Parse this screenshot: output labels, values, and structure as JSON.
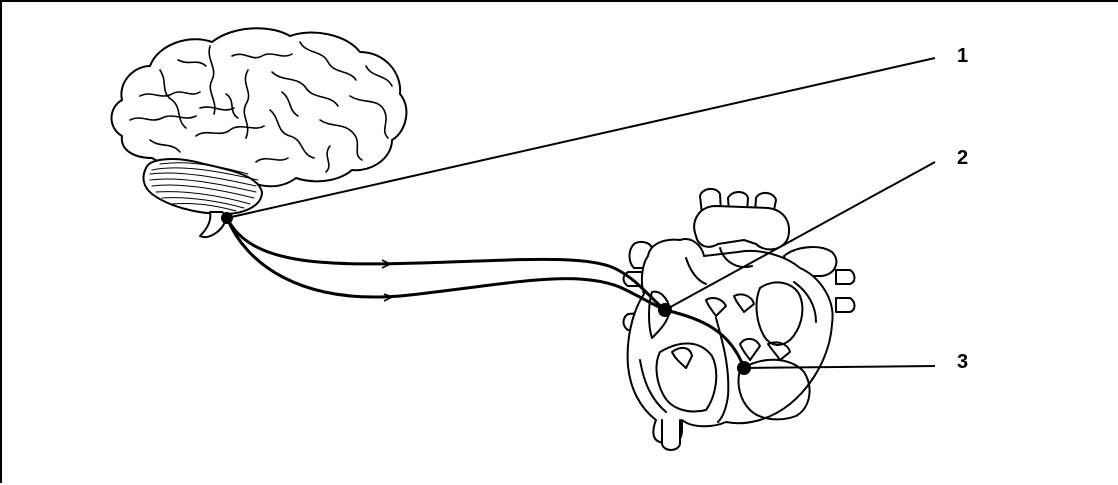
{
  "labels": {
    "one": "1",
    "two": "2",
    "three": "3"
  },
  "icons": {
    "brain": "brain-icon",
    "heart": "heart-icon"
  },
  "colors": {
    "ink": "#000000",
    "background": "#ffffff"
  }
}
